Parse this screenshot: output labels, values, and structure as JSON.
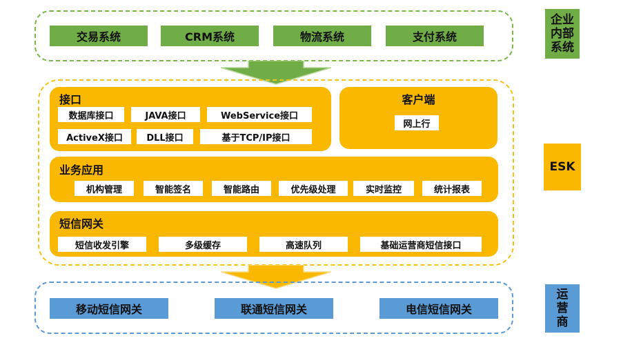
{
  "enterprise_systems": [
    "交易系统",
    "CRM系统",
    "物流系统",
    "支付系统"
  ],
  "interface": {
    "title": "接口",
    "items": [
      "数据库接口",
      "JAVA接口",
      "WebService接口",
      "ActiveX接口",
      "DLL接口",
      "基于TCP/IP接口"
    ]
  },
  "client": {
    "title": "客户端",
    "items": [
      "网上行"
    ]
  },
  "business": {
    "title": "业务应用",
    "items": [
      "机构管理",
      "智能签名",
      "智能路由",
      "优先级处理",
      "实时监控",
      "统计报表"
    ]
  },
  "sms_gateway": {
    "title": "短信网关",
    "items": [
      "短信收发引擎",
      "多级缓存",
      "高速队列",
      "基础运营商短信接口"
    ]
  },
  "operators": [
    "移动短信网关",
    "联通短信网关",
    "电信短信网关"
  ],
  "side_labels": {
    "enterprise": "企业内部系统",
    "esk": "ESK",
    "operator": "运营商"
  },
  "colors": {
    "green": "#70ad47",
    "yellow": "#fbb800",
    "blue": "#5b9bd5"
  }
}
